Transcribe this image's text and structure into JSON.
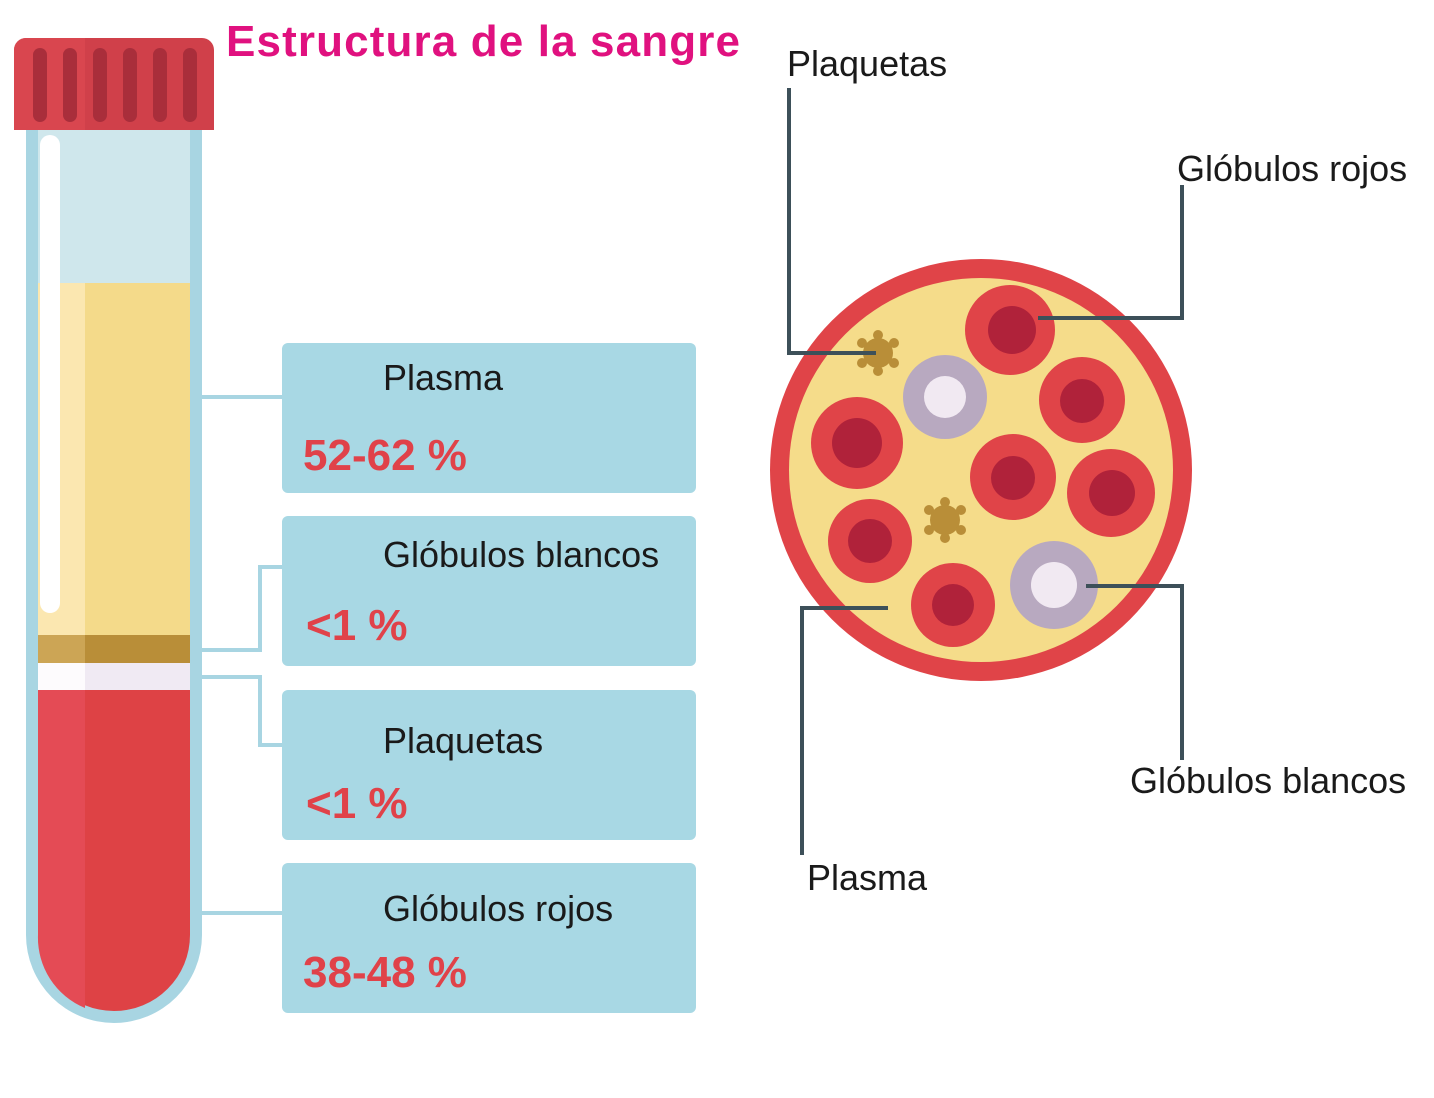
{
  "title": "Estructura de la sangre",
  "colors": {
    "title": "#e0117f",
    "accent_red": "#e04249",
    "box": "#a8d8e4",
    "leader": "#3d5059"
  },
  "tube_boxes": [
    {
      "label": "Plasma",
      "value": "52-62 %"
    },
    {
      "label": "Glóbulos blancos",
      "value": "<1 %"
    },
    {
      "label": "Plaquetas",
      "value": "<1 %"
    },
    {
      "label": "Glóbulos rojos",
      "value": "38-48 %"
    }
  ],
  "circle_labels": {
    "platelets": "Plaquetas",
    "red_cells": "Glóbulos rojos",
    "white_cells": "Glóbulos blancos",
    "plasma": "Plasma"
  }
}
